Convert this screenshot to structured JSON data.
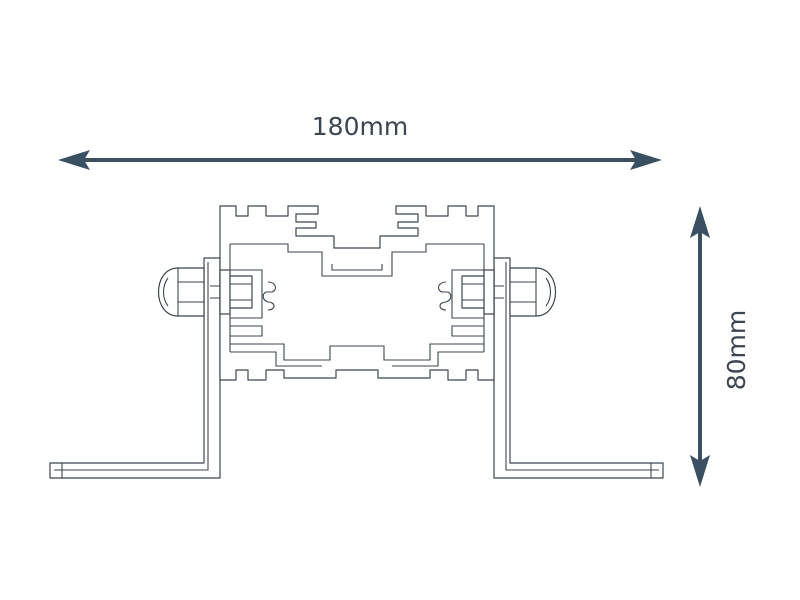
{
  "dimensions": {
    "width_label": "180mm",
    "height_label": "80mm"
  },
  "colors": {
    "line": "#3b4652",
    "arrow": "#3b4f63",
    "background": "#ffffff"
  },
  "parts": {
    "profile": "aluminium-rail-profile",
    "brackets": "l-bracket",
    "fasteners": "bolt-with-cap-nut"
  }
}
